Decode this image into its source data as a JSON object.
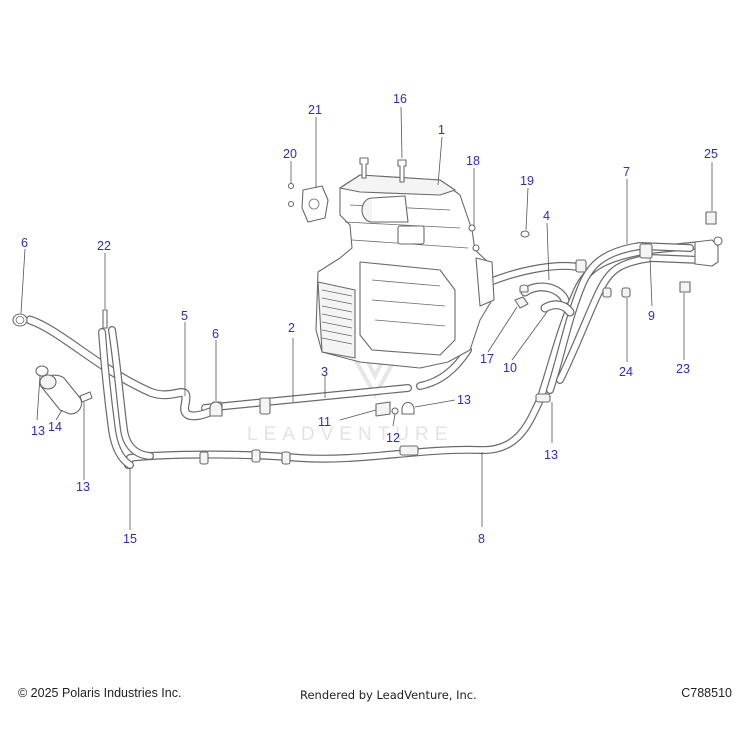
{
  "watermark": "LEADVENTURE",
  "callouts": [
    {
      "id": "c1",
      "label": "1"
    },
    {
      "id": "c2",
      "label": "2"
    },
    {
      "id": "c3",
      "label": "3"
    },
    {
      "id": "c4",
      "label": "4"
    },
    {
      "id": "c5",
      "label": "5"
    },
    {
      "id": "c6a",
      "label": "6"
    },
    {
      "id": "c6b",
      "label": "6"
    },
    {
      "id": "c7",
      "label": "7"
    },
    {
      "id": "c8",
      "label": "8"
    },
    {
      "id": "c9",
      "label": "9"
    },
    {
      "id": "c10",
      "label": "10"
    },
    {
      "id": "c11",
      "label": "11"
    },
    {
      "id": "c12",
      "label": "12"
    },
    {
      "id": "c13a",
      "label": "13"
    },
    {
      "id": "c13b",
      "label": "13"
    },
    {
      "id": "c13c",
      "label": "13"
    },
    {
      "id": "c13d",
      "label": "13"
    },
    {
      "id": "c14",
      "label": "14"
    },
    {
      "id": "c15",
      "label": "15"
    },
    {
      "id": "c16",
      "label": "16"
    },
    {
      "id": "c17",
      "label": "17"
    },
    {
      "id": "c18",
      "label": "18"
    },
    {
      "id": "c19",
      "label": "19"
    },
    {
      "id": "c20",
      "label": "20"
    },
    {
      "id": "c21",
      "label": "21"
    },
    {
      "id": "c22",
      "label": "22"
    },
    {
      "id": "c23",
      "label": "23"
    },
    {
      "id": "c24",
      "label": "24"
    },
    {
      "id": "c25",
      "label": "25"
    }
  ],
  "footer": {
    "copyright": "© 2025 Polaris Industries Inc.",
    "rendered_by": "Rendered by LeadVenture, Inc.",
    "diagram_code": "C788510"
  },
  "colors": {
    "callout": "#2b2bd0",
    "line": "#6a6a6a",
    "watermark": "#e3e3e3"
  }
}
